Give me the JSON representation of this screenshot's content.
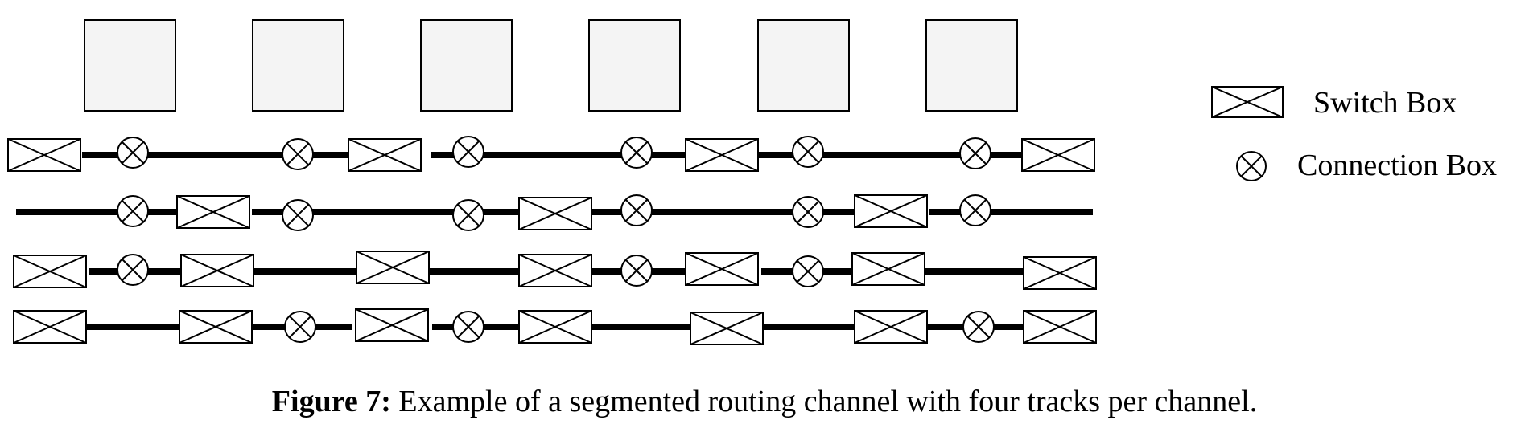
{
  "diagram": {
    "logic_block_count": 6,
    "track_count": 4
  },
  "legend": {
    "items": [
      {
        "symbol": "switch-box",
        "label": "Switch Box"
      },
      {
        "symbol": "connection-box",
        "label": "Connection Box"
      }
    ]
  },
  "caption": {
    "prefix": "Figure 7:",
    "text": " Example of a segmented routing channel with four tracks per channel."
  }
}
